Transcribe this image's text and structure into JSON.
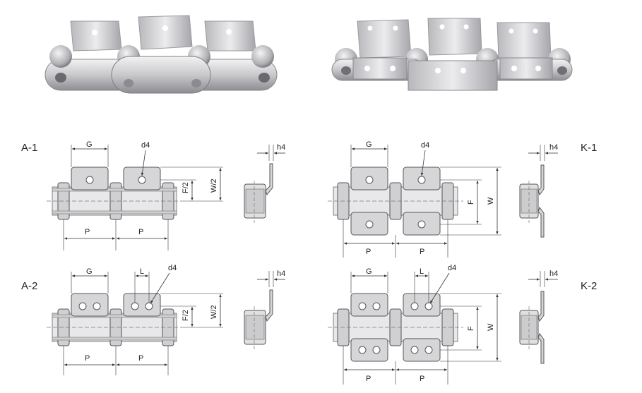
{
  "colors": {
    "plate_fill": "#d4d4d6",
    "plate_stroke": "#5a5a5e",
    "steel_light": "#e6e6e8",
    "steel_dark": "#8a8a8e",
    "dim_line": "#333333",
    "center_line": "#777777"
  },
  "photos": {
    "left": {
      "alt_icon": "chain-a-type-photo"
    },
    "right": {
      "alt_icon": "chain-k-type-photo"
    }
  },
  "variants": {
    "a1": {
      "name": "A-1",
      "labels": {
        "g": "G",
        "d4": "d4",
        "f2": "F/2",
        "w2": "W/2",
        "p1": "P",
        "p2": "P",
        "h4": "h4"
      }
    },
    "a2": {
      "name": "A-2",
      "labels": {
        "g": "G",
        "l": "L",
        "d4": "d4",
        "f2": "F/2",
        "w2": "W/2",
        "p1": "P",
        "p2": "P",
        "h4": "h4"
      }
    },
    "k1": {
      "name": "K-1",
      "labels": {
        "g": "G",
        "d4": "d4",
        "f": "F",
        "w": "W",
        "p1": "P",
        "p2": "P",
        "h4": "h4"
      }
    },
    "k2": {
      "name": "K-2",
      "labels": {
        "g": "G",
        "l": "L",
        "d4": "d4",
        "f": "F",
        "w": "W",
        "p1": "P",
        "p2": "P",
        "h4": "h4"
      }
    }
  }
}
